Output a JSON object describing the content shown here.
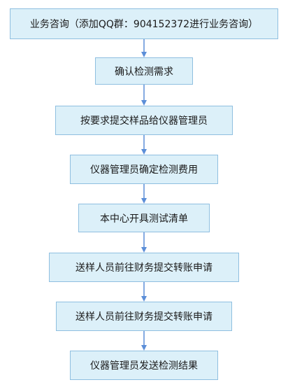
{
  "flowchart": {
    "steps": [
      "业务咨询（添加QQ群：904152372进行业务咨询）",
      "确认检测需求",
      "按要求提交样品给仪器管理员",
      "仪器管理员确定检测费用",
      "本中心开具测试清单",
      "送样人员前往财务提交转账申请",
      "送样人员前往财务提交转账申请",
      "仪器管理员发送检测结果"
    ],
    "colors": {
      "box_fill": "#dcf0f9",
      "box_border": "#8fbfe0",
      "arrow": "#5b8ed8"
    }
  }
}
